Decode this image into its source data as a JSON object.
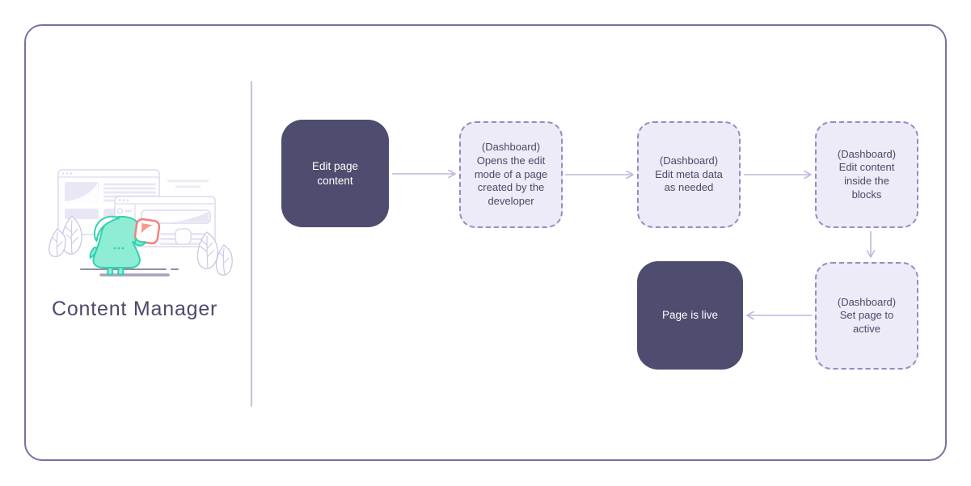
{
  "title": "Content Manager",
  "flowchart": {
    "nodes": [
      {
        "id": "edit-page-content",
        "style": "solid",
        "text": "Edit page\ncontent"
      },
      {
        "id": "open-edit-mode",
        "style": "dashed",
        "text": "(Dashboard)\nOpens the edit\nmode of a page\ncreated by the\ndeveloper"
      },
      {
        "id": "edit-meta-data",
        "style": "dashed",
        "text": "(Dashboard)\nEdit meta data\nas needed"
      },
      {
        "id": "edit-content-blocks",
        "style": "dashed",
        "text": "(Dashboard)\nEdit content\ninside the\nblocks"
      },
      {
        "id": "set-page-active",
        "style": "dashed",
        "text": "(Dashboard)\nSet page to\nactive"
      },
      {
        "id": "page-is-live",
        "style": "solid",
        "text": "Page is live"
      }
    ],
    "edges": [
      {
        "from": "edit-page-content",
        "to": "open-edit-mode",
        "direction": "right"
      },
      {
        "from": "open-edit-mode",
        "to": "edit-meta-data",
        "direction": "right"
      },
      {
        "from": "edit-meta-data",
        "to": "edit-content-blocks",
        "direction": "right"
      },
      {
        "from": "edit-content-blocks",
        "to": "set-page-active",
        "direction": "down"
      },
      {
        "from": "set-page-active",
        "to": "page-is-live",
        "direction": "left"
      }
    ]
  },
  "illustration": {
    "name": "content-manager-mascot"
  },
  "colors": {
    "frame_border": "#7572a3",
    "divider": "#c3c1df",
    "title_text": "#4b4a6a",
    "node_solid_bg": "#4e4d6f",
    "node_solid_text": "#ffffff",
    "node_dashed_bg": "#ecebf7",
    "node_dashed_border": "#918ec4",
    "node_dashed_text": "#4b4a68",
    "arrow": "#bcbae0",
    "window_outline": "#dcdaf0",
    "window_bar": "#e9e7f5",
    "mascot_teal": "#2fd3ae",
    "mascot_fill": "#8fecd5",
    "card_pink": "#f57f7f",
    "leaf_outline": "#c9c7e4",
    "ground": "#8f8da8"
  }
}
